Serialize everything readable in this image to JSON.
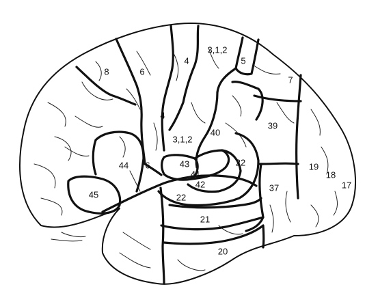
{
  "diagram": {
    "areas": [
      {
        "id": "area-8",
        "label": "8"
      },
      {
        "id": "area-6-upper",
        "label": "6"
      },
      {
        "id": "area-4-upper",
        "label": "4"
      },
      {
        "id": "area-3-1-2-upper",
        "label": "3,1,2"
      },
      {
        "id": "area-5",
        "label": "5"
      },
      {
        "id": "area-7",
        "label": "7"
      },
      {
        "id": "area-4-lower",
        "label": "4"
      },
      {
        "id": "area-3-1-2-lower",
        "label": "3,1,2"
      },
      {
        "id": "area-40",
        "label": "40"
      },
      {
        "id": "area-39",
        "label": "39"
      },
      {
        "id": "area-44",
        "label": "44"
      },
      {
        "id": "area-6-lower",
        "label": "6"
      },
      {
        "id": "area-43",
        "label": "43"
      },
      {
        "id": "area-41",
        "label": "41"
      },
      {
        "id": "area-22-upper",
        "label": "22"
      },
      {
        "id": "area-42",
        "label": "42"
      },
      {
        "id": "area-19",
        "label": "19"
      },
      {
        "id": "area-18",
        "label": "18"
      },
      {
        "id": "area-17",
        "label": "17"
      },
      {
        "id": "area-37",
        "label": "37"
      },
      {
        "id": "area-45",
        "label": "45"
      },
      {
        "id": "area-22-lower",
        "label": "22"
      },
      {
        "id": "area-21",
        "label": "21"
      },
      {
        "id": "area-20",
        "label": "20"
      }
    ]
  }
}
